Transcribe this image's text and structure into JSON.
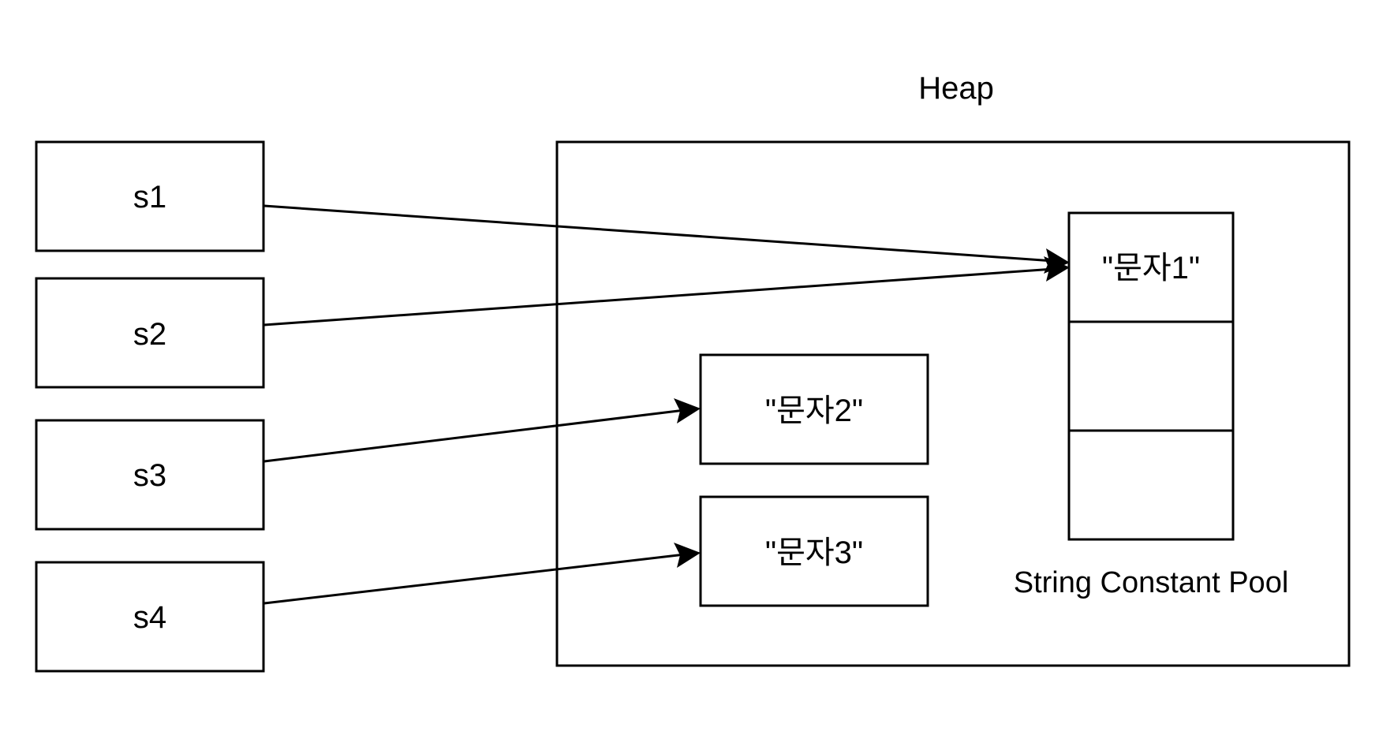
{
  "heap": {
    "title": "Heap"
  },
  "references": [
    {
      "label": "s1",
      "target": "\"문자1\""
    },
    {
      "label": "s2",
      "target": "\"문자1\""
    },
    {
      "label": "s3",
      "target": "\"문자2\""
    },
    {
      "label": "s4",
      "target": "\"문자3\""
    }
  ],
  "heap_objects": [
    {
      "label": "\"문자2\""
    },
    {
      "label": "\"문자3\""
    }
  ],
  "string_pool": {
    "title": "String Constant Pool",
    "slots": [
      "\"문자1\"",
      "",
      ""
    ]
  }
}
